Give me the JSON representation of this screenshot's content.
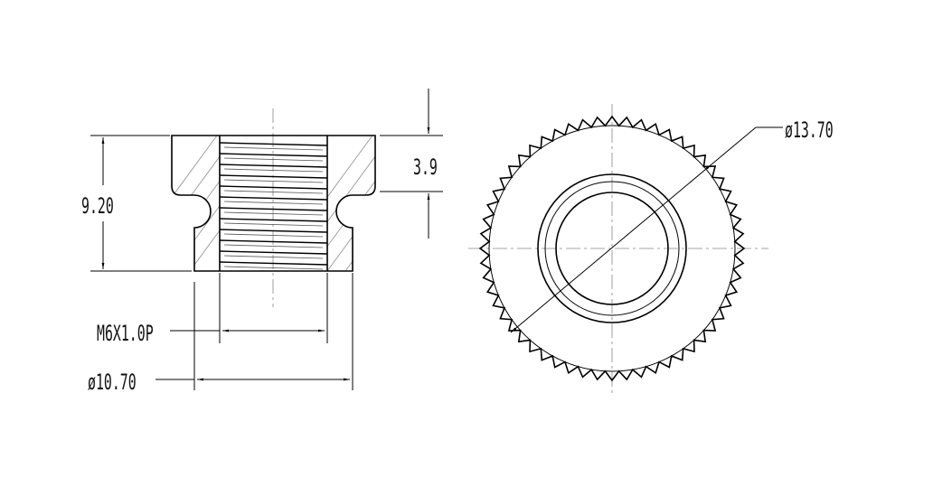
{
  "labels": {
    "overall_height": "9.20",
    "flange_height": "3.9",
    "thread_spec": "M6X1.0P",
    "body_diameter": "ø10.70",
    "knurl_diameter": "ø13.70"
  },
  "colors": {
    "line": "#000000",
    "hatch": "#999999",
    "centerline": "#888888"
  },
  "knurl_teeth": 56
}
